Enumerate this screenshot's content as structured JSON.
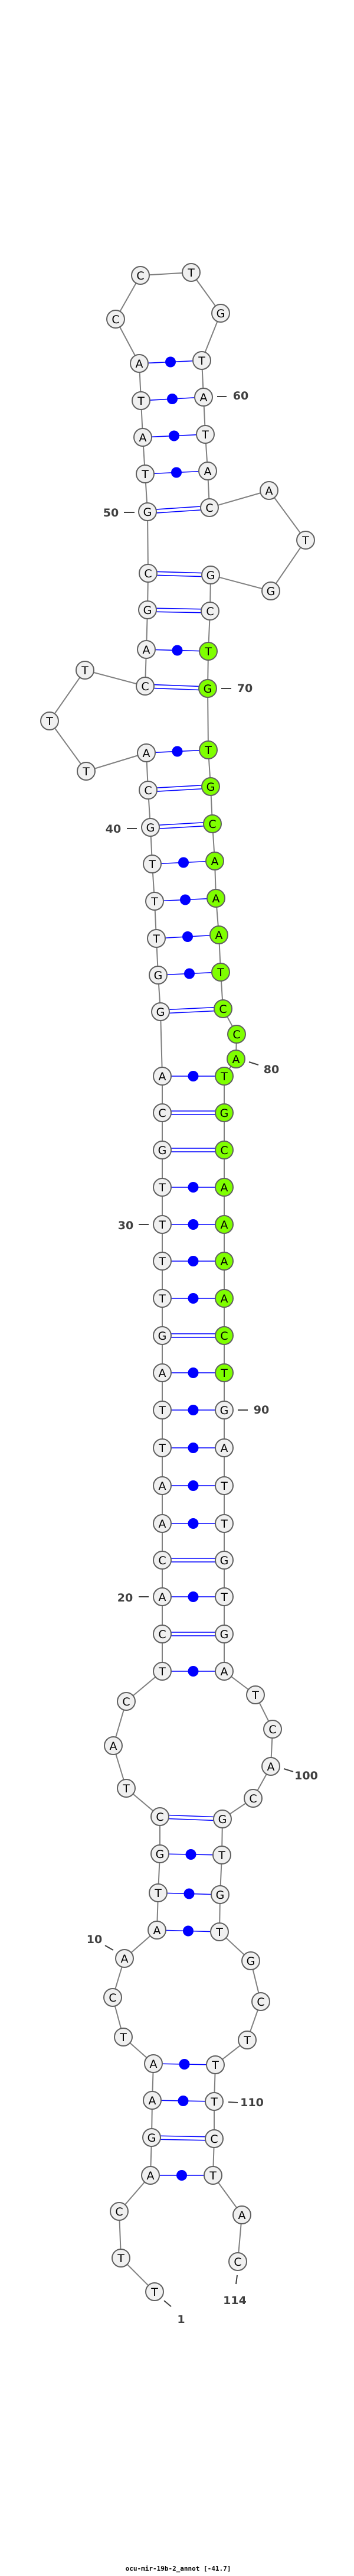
{
  "title": "ocu-mir-19b-2_annot [-41.7]",
  "bases": [
    "T",
    "T",
    "C",
    "A",
    "G",
    "A",
    "A",
    "T",
    "C",
    "A",
    "A",
    "T",
    "G",
    "C",
    "T",
    "A",
    "C",
    "T",
    "C",
    "A",
    "C",
    "A",
    "A",
    "T",
    "T",
    "A",
    "G",
    "T",
    "T",
    "T",
    "T",
    "G",
    "C",
    "A",
    "G",
    "G",
    "T",
    "T",
    "T",
    "G",
    "C",
    "A",
    "T",
    "T",
    "T",
    "C",
    "A",
    "G",
    "C",
    "G",
    "T",
    "A",
    "T",
    "A",
    "C",
    "C",
    "T",
    "G",
    "T",
    "A",
    "T",
    "A",
    "C",
    "A",
    "T",
    "G",
    "G",
    "C",
    "T",
    "G",
    "T",
    "G",
    "C",
    "A",
    "A",
    "A",
    "T",
    "C",
    "C",
    "A",
    "T",
    "G",
    "C",
    "A",
    "A",
    "A",
    "A",
    "C",
    "T",
    "G",
    "A",
    "T",
    "T",
    "G",
    "T",
    "G",
    "A",
    "T",
    "C",
    "A",
    "C",
    "G",
    "T",
    "G",
    "T",
    "G",
    "C",
    "T",
    "T",
    "T",
    "C",
    "T",
    "A",
    "C"
  ],
  "pairs": [
    [
      4,
      112
    ],
    [
      5,
      111
    ],
    [
      6,
      110
    ],
    [
      7,
      109
    ],
    [
      11,
      105
    ],
    [
      12,
      104
    ],
    [
      13,
      103
    ],
    [
      14,
      102
    ],
    [
      18,
      97
    ],
    [
      19,
      96
    ],
    [
      20,
      95
    ],
    [
      21,
      94
    ],
    [
      22,
      93
    ],
    [
      23,
      92
    ],
    [
      24,
      91
    ],
    [
      25,
      90
    ],
    [
      26,
      89
    ],
    [
      27,
      88
    ],
    [
      28,
      87
    ],
    [
      29,
      86
    ],
    [
      30,
      85
    ],
    [
      31,
      84
    ],
    [
      32,
      83
    ],
    [
      33,
      82
    ],
    [
      34,
      81
    ],
    [
      35,
      78
    ],
    [
      36,
      77
    ],
    [
      37,
      76
    ],
    [
      38,
      75
    ],
    [
      39,
      74
    ],
    [
      40,
      73
    ],
    [
      41,
      72
    ],
    [
      42,
      71
    ],
    [
      46,
      70
    ],
    [
      47,
      69
    ],
    [
      48,
      68
    ],
    [
      49,
      67
    ],
    [
      50,
      63
    ],
    [
      51,
      62
    ],
    [
      52,
      61
    ],
    [
      53,
      60
    ],
    [
      54,
      59
    ]
  ],
  "highlight": {
    "start": 69,
    "end": 89,
    "color": "#7fff00"
  },
  "colors": {
    "node_fill": "#f0f0f0",
    "pair": "#0000ff",
    "backbone": "#808080"
  },
  "labels": [
    {
      "index": 1,
      "text": "1"
    },
    {
      "index": 10,
      "text": "10"
    },
    {
      "index": 20,
      "text": "20"
    },
    {
      "index": 30,
      "text": "30"
    },
    {
      "index": 40,
      "text": "40"
    },
    {
      "index": 50,
      "text": "50"
    },
    {
      "index": 60,
      "text": "60"
    },
    {
      "index": 70,
      "text": "70"
    },
    {
      "index": 80,
      "text": "80"
    },
    {
      "index": 90,
      "text": "90"
    },
    {
      "index": 100,
      "text": "100"
    },
    {
      "index": 110,
      "text": "110"
    },
    {
      "index": 114,
      "text": "114"
    }
  ]
}
